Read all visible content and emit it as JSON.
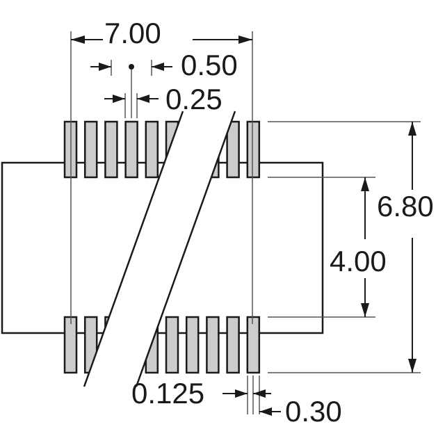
{
  "dimensions": {
    "overall_width": "7.00",
    "pitch": "0.50",
    "lead_width": "0.25",
    "overall_height": "6.80",
    "body_height": "4.00",
    "lead_length_offset": "0.125",
    "lead_thickness": "0.30"
  },
  "lead_count_per_side": 10,
  "colors": {
    "lead_fill": "#cccccc",
    "outline": "#1a1a1a",
    "extension_line": "#555555",
    "break_band": "#ffffff"
  }
}
